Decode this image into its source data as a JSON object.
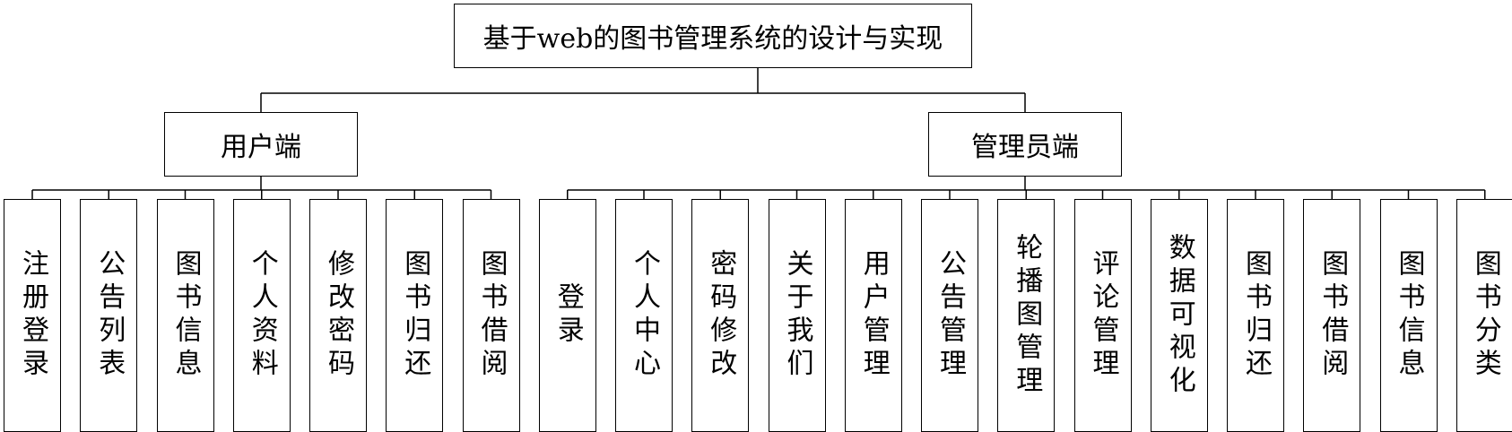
{
  "root": {
    "label": "基于web的图书管理系统的设计与实现"
  },
  "branches": [
    {
      "label": "用户端",
      "children": [
        "注册登录",
        "公告列表",
        "图书信息",
        "个人资料",
        "修改密码",
        "图书归还",
        "图书借阅"
      ]
    },
    {
      "label": "管理员端",
      "children": [
        "登录",
        "个人中心",
        "密码修改",
        "关于我们",
        "用户管理",
        "公告管理",
        "轮播图管理",
        "评论管理",
        "数据可视化",
        "图书归还",
        "图书借阅",
        "图书信息",
        "图书分类"
      ]
    }
  ]
}
